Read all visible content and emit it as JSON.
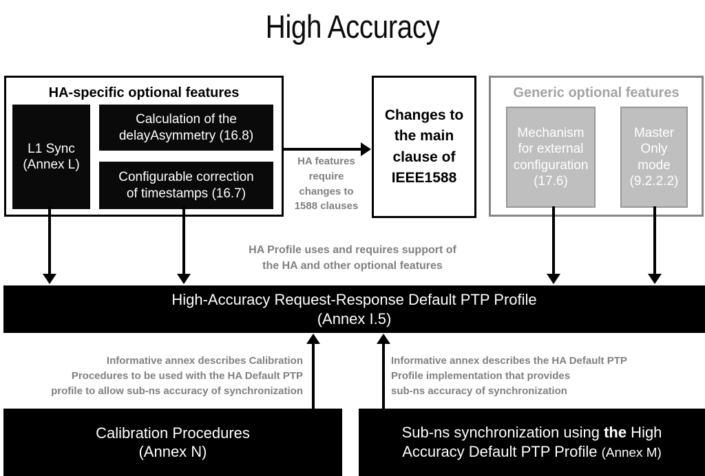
{
  "title": "High Accuracy",
  "left_panel": {
    "heading": "HA-specific optional features",
    "features": [
      {
        "name": "l1-sync",
        "line1": "L1 Sync",
        "line2": "(Annex L)"
      },
      {
        "name": "delay-asymmetry",
        "line1": "Calculation of the",
        "line2": "delayAsymmetry (16.8)"
      },
      {
        "name": "configurable-correction",
        "line1": "Configurable correction",
        "line2": "of timestamps (16.7)"
      }
    ]
  },
  "center_box": {
    "name": "changes-to-main-clause",
    "lines": [
      "Changes to",
      "the main",
      "clause of",
      "IEEE1588"
    ]
  },
  "right_panel": {
    "heading": "Generic optional features",
    "features": [
      {
        "name": "external-configuration",
        "lines": [
          "Mechanism",
          "for external",
          "configuration",
          "(17.6)"
        ]
      },
      {
        "name": "master-only-mode",
        "lines": [
          "Master",
          "Only",
          "mode",
          "(9.2.2.2)"
        ]
      }
    ]
  },
  "profile_bar": {
    "name": "ha-request-response-default-ptp-profile",
    "line1": "High-Accuracy Request-Response Default PTP Profile",
    "line2": "(Annex I.5)"
  },
  "bottom_boxes": [
    {
      "name": "calibration-procedures",
      "line1": "Calibration Procedures",
      "line2": "(Annex N)"
    },
    {
      "name": "sub-ns-synchronization",
      "seg1": "Sub-ns synchronization using ",
      "seg2": "the",
      "seg3": " High",
      "line2a": "Accuracy Default PTP Profile ",
      "line2b": "(Annex M)"
    }
  ],
  "notes": {
    "ha_features_arrow": [
      "HA features",
      "require",
      "changes to",
      "1588 clauses"
    ],
    "profile_support": [
      "HA Profile uses and requires  support of",
      "the HA and other optional features"
    ],
    "calibration_note": [
      "Informative annex describes Calibration",
      "Procedures to be used with the HA Default PTP",
      "profile to allow sub-ns accuracy of synchronization"
    ],
    "subns_note": [
      "Informative annex describes the HA Default PTP",
      "Profile implementation that provides",
      "sub-ns accuracy of synchronization"
    ]
  },
  "colors": {
    "black": "#000000",
    "white": "#ffffff",
    "gray_fill": "#bfbfbf",
    "gray_border": "#868686",
    "gray_text": "#808080",
    "gray_heading": "#a3a3a3"
  }
}
